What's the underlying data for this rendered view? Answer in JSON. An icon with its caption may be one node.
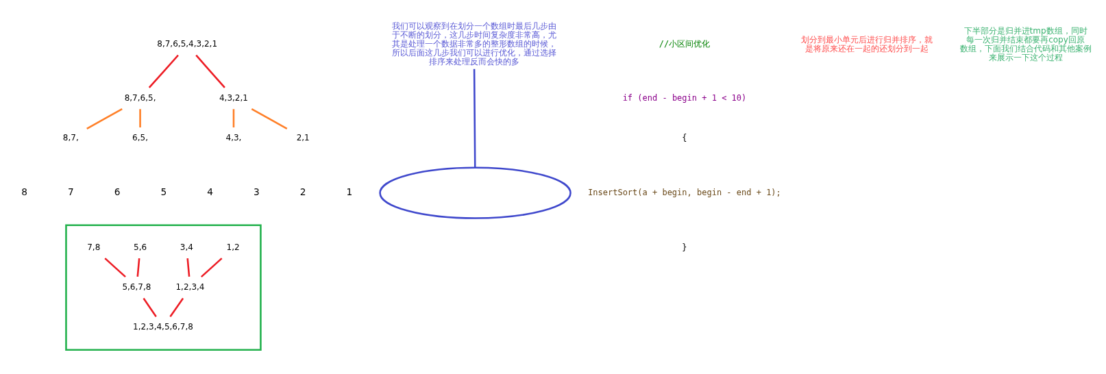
{
  "diagram": {
    "nodes": [
      {
        "text": [
          "8,7,6,5,4,3,2,1"
        ]
      },
      {
        "text": [
          "8,7,6,5,"
        ]
      },
      {
        "text": [
          "4,3,2,1"
        ]
      },
      {
        "text": [
          "8,7,"
        ]
      },
      {
        "text": [
          "6,5,"
        ]
      },
      {
        "text": [
          "4,3,"
        ]
      },
      {
        "text": [
          "2,1"
        ]
      },
      {
        "text": [],
        "shape": "ellipse"
      },
      {
        "text": [],
        "shape": "box"
      },
      {
        "text": [
          "7,8"
        ],
        "in": 8
      },
      {
        "text": [
          "5,6"
        ],
        "in": 8
      },
      {
        "text": [
          "3,4"
        ],
        "in": 8
      },
      {
        "text": [
          "1,2"
        ],
        "in": 8
      },
      {
        "text": [
          "5,6,7,8"
        ],
        "in": 8
      },
      {
        "text": [
          "1,2,3,4"
        ],
        "in": 8
      },
      {
        "text": [
          "1,2,3,4,5,6,7,8"
        ],
        "in": 8
      },
      {
        "text": [
          "我们可以观察到在划分一个数组时最后几步由于不断的划分，这几步时间复杂度非常高，尤其是处理一个数据非常多的整形数组的时候，所以后面这几步我们可以进行优化，通过选择排序来处理反而会快的多"
        ]
      }
    ],
    "edges": [
      {
        "from": 0,
        "to": 1,
        "arrow": "none"
      },
      {
        "from": 0,
        "to": 2,
        "arrow": "none"
      },
      {
        "from": 1,
        "to": 3,
        "arrow": "none",
        "color": "#ff7f27"
      },
      {
        "from": 1,
        "to": 4,
        "arrow": "none",
        "color": "#ff7f27"
      },
      {
        "from": 2,
        "to": 5,
        "arrow": "none",
        "color": "#ff7f27"
      },
      {
        "from": 2,
        "to": 6,
        "arrow": "none",
        "color": "#ff7f27"
      },
      {
        "from": 9,
        "to": 13,
        "arrow": "none"
      },
      {
        "from": 10,
        "to": 13,
        "arrow": "none"
      },
      {
        "from": 11,
        "to": 14,
        "arrow": "none"
      },
      {
        "from": 12,
        "to": 14,
        "arrow": "none"
      },
      {
        "from": 13,
        "to": 15,
        "arrow": "none"
      },
      {
        "from": 14,
        "to": 15,
        "arrow": "none"
      },
      {
        "from": 16,
        "to": 7,
        "arrow": "none",
        "color": "#3f48cc"
      }
    ],
    "labels": [
      "//小区间优化",
      "if (end - begin + 1 < 10)",
      "{",
      "InsertSort(a + begin, begin - end + 1);",
      "}",
      "8",
      "7",
      "6",
      "5",
      "4",
      "3",
      "2",
      "1",
      "划分到最小单元后进行归并排序，就是将原来还在一起的还划分到一起",
      "下半部分是归并进tmp数组，同时每一次归并结束都要再copy回原数组，下面我们结合代码和其他案例来展示一下这个过程"
    ]
  }
}
